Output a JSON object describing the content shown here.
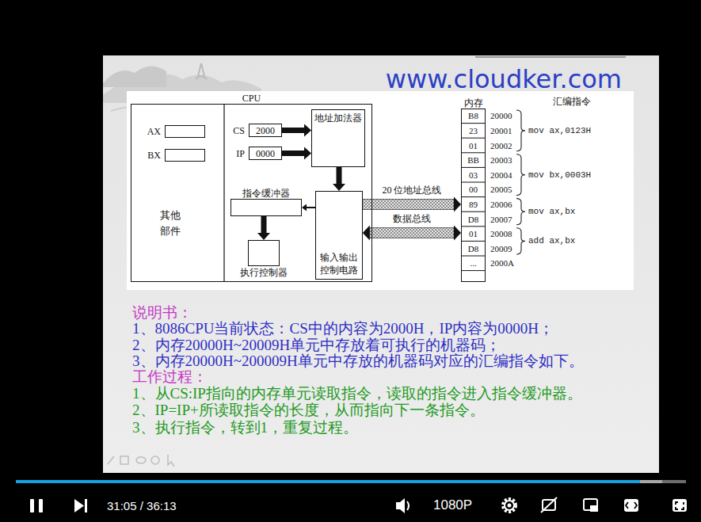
{
  "diagram": {
    "nodes": [
      {
        "text": [
          "CPU"
        ]
      },
      {
        "text": [
          "AX"
        ],
        "in": 0
      },
      {
        "text": [
          "BX"
        ],
        "in": 0
      },
      {
        "text": [
          "CS",
          "2000"
        ],
        "in": 0
      },
      {
        "text": [
          "IP",
          "0000"
        ],
        "in": 0
      },
      {
        "text": [
          "地址加法器"
        ],
        "in": 0
      },
      {
        "text": [
          "指令缓冲器"
        ],
        "in": 0
      },
      {
        "text": [
          "执行控制器"
        ],
        "in": 0
      },
      {
        "text": [
          "输入输出 控制电路"
        ],
        "in": 0
      },
      {
        "text": [
          "内存"
        ]
      }
    ],
    "edges": [
      {
        "from": 3,
        "to": 5,
        "arrow": "to"
      },
      {
        "from": 4,
        "to": 5,
        "arrow": "to"
      },
      {
        "from": 5,
        "to": 8,
        "arrow": "to"
      },
      {
        "from": 8,
        "to": 6,
        "arrow": "to"
      },
      {
        "from": 6,
        "to": 7,
        "arrow": "to"
      },
      {
        "from": 8,
        "to": 9,
        "label": "20 位地址总线",
        "arrow": "to"
      },
      {
        "from": 8,
        "to": 9,
        "label": "数据总线",
        "arrow": "both"
      }
    ],
    "labels": [
      "www.cloudker.com",
      "其他 部件",
      "汇编指令",
      "B8",
      "23",
      "01",
      "BB",
      "03",
      "00",
      "89",
      "D8",
      "01",
      "D8",
      "...",
      "20000",
      "20001",
      "20002",
      "20003",
      "20004",
      "20005",
      "20006",
      "20007",
      "20008",
      "20009",
      "2000A",
      "mov ax,0123H",
      "mov bx,0003H",
      "mov ax,bx",
      "add ax,bx",
      "说明书：",
      "1、8086CPU当前状态：CS中的内容为2000H，IP内容为0000H；",
      "2、内存20000H~20009H单元中存放着可执行的机器码；",
      "3、内存20000H~200009H单元中存放的机器码对应的汇编指令如下。",
      "工作过程：",
      "1、从CS:IP指向的内存单元读取指令，读取的指令进入指令缓冲器。",
      "2、IP=IP+所读取指令的长度，从而指向下一条指令。",
      "3、执行指令，转到1，重复过程。",
      "31:05 / 36:13",
      "1080P"
    ]
  }
}
